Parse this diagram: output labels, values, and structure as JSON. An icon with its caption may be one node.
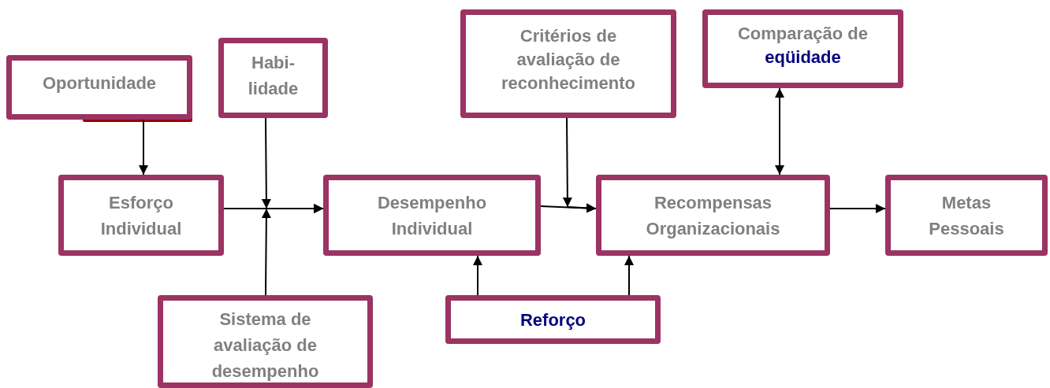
{
  "diagram": {
    "nodes": [
      {
        "text": [
          "Oportunidade"
        ]
      },
      {
        "text": [
          "Habi- lidade"
        ]
      },
      {
        "text": [
          "Critérios de avaliação de reconhecimento"
        ]
      },
      {
        "text": [
          "Comparação de",
          "eqüidade"
        ]
      },
      {
        "text": [
          "Esforço Individual"
        ]
      },
      {
        "text": [
          "Desempenho Individual"
        ]
      },
      {
        "text": [
          "Recompensas Organizacionais"
        ]
      },
      {
        "text": [
          "Metas Pessoais"
        ]
      },
      {
        "text": [
          "Sistema de avaliação de desempenho"
        ]
      },
      {
        "text": [
          "Reforço"
        ]
      }
    ],
    "edges": [
      {
        "from": 0,
        "to": 4,
        "arrow": "to"
      },
      {
        "from": 1,
        "to": 5,
        "arrow": "to"
      },
      {
        "from": 8,
        "to": 5,
        "arrow": "to"
      },
      {
        "from": 4,
        "to": 5,
        "arrow": "to"
      },
      {
        "from": 2,
        "to": 6,
        "arrow": "to"
      },
      {
        "from": 5,
        "to": 6,
        "arrow": "to"
      },
      {
        "from": 9,
        "to": 5,
        "arrow": "to"
      },
      {
        "from": 9,
        "to": 6,
        "arrow": "to"
      },
      {
        "from": 3,
        "to": 6,
        "arrow": "both"
      },
      {
        "from": 6,
        "to": 7,
        "arrow": "to"
      }
    ]
  }
}
